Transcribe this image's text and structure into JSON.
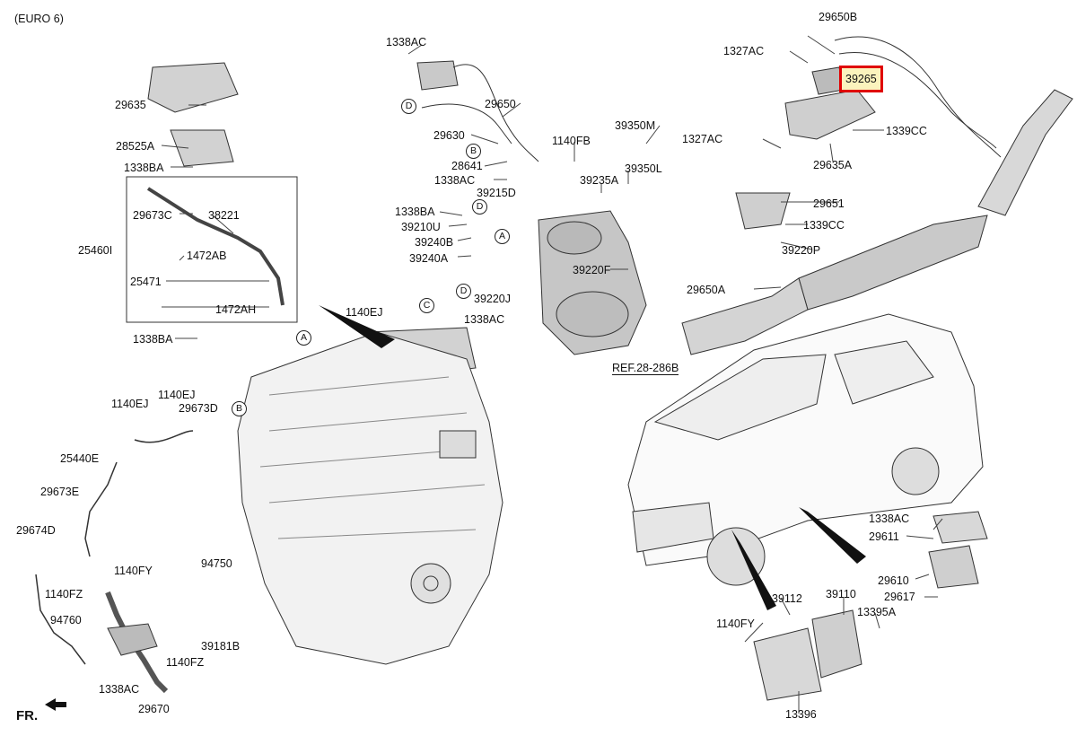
{
  "header": {
    "note": "(EURO 6)"
  },
  "highlight": {
    "part": "39265"
  },
  "reference": "REF.28-286B",
  "direction": "FR.",
  "circle_markers": [
    "A",
    "B",
    "C",
    "D"
  ],
  "labels": {
    "l29650B": "29650B",
    "l1327AC_a": "1327AC",
    "l1339CC_a": "1339CC",
    "l1327AC_b": "1327AC",
    "l29635A": "29635A",
    "l29651": "29651",
    "l1339CC_b": "1339CC",
    "l39220P": "39220P",
    "l29650A": "29650A",
    "l1338AC_top": "1338AC",
    "l29650": "29650",
    "l29630": "29630",
    "l28641": "28641",
    "l1338AC_mid": "1338AC",
    "l1140FB": "1140FB",
    "l39350M": "39350M",
    "l39350L": "39350L",
    "l39235A": "39235A",
    "l39215D": "39215D",
    "l1338BA_mid": "1338BA",
    "l39210U": "39210U",
    "l39240B": "39240B",
    "l39240A": "39240A",
    "l39220F": "39220F",
    "l39220J": "39220J",
    "l29635": "29635",
    "l28525A": "28525A",
    "l1338BA_a": "1338BA",
    "l29673C": "29673C",
    "l38221": "38221",
    "l25460I": "25460I",
    "l1472AB": "1472AB",
    "l25471": "25471",
    "l1472AH": "1472AH",
    "l1338BA_b": "1338BA",
    "l1140EJ_top": "1140EJ",
    "l1338AC_eng": "1338AC",
    "l1140EJ_a": "1140EJ",
    "l1140EJ_b": "1140EJ",
    "l29673D": "29673D",
    "l25440E": "25440E",
    "l29673E": "29673E",
    "l29674D": "29674D",
    "l1140FY_left": "1140FY",
    "l1140FZ_a": "1140FZ",
    "l94750": "94750",
    "l94760": "94760",
    "l39181B": "39181B",
    "l1140FZ_b": "1140FZ",
    "l1338AC_low": "1338AC",
    "l29670": "29670",
    "l1338AC_r": "1338AC",
    "l29611": "29611",
    "l29610": "29610",
    "l29617": "29617",
    "l39112": "39112",
    "l39110": "39110",
    "l13395A": "13395A",
    "l1140FY_r": "1140FY",
    "l13396": "13396"
  }
}
